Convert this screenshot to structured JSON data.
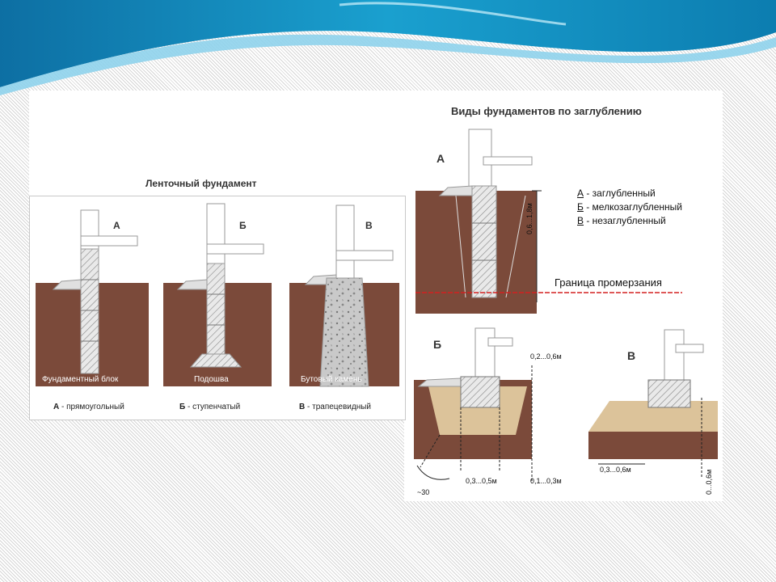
{
  "left": {
    "title": "Ленточный фундамент",
    "letters": [
      "А",
      "Б",
      "В"
    ],
    "labels": [
      "Фундаментный блок",
      "Подошва",
      "Бутовый камень"
    ],
    "captions": [
      {
        "key": "А",
        "text": " - прямоугольный"
      },
      {
        "key": "Б",
        "text": " - ступенчатый"
      },
      {
        "key": "В",
        "text": " - трапецевидный"
      }
    ]
  },
  "right": {
    "title": "Виды фундаментов по заглублению",
    "letter_a": "А",
    "letter_b": "Б",
    "letter_v": "В",
    "legend": [
      {
        "key": "А",
        "text": " - заглубленный"
      },
      {
        "key": "Б",
        "text": " - мелкозаглубленный"
      },
      {
        "key": "В",
        "text": " - незаглубленный"
      }
    ],
    "depth_a": "0,6...1,8м",
    "frost_line": "Граница промерзания",
    "dim_b_top": "0,2...0,6м",
    "dim_b_bottom_left": "0,3...0,5м",
    "dim_b_bottom_right": "0,1...0,3м",
    "angle": "~30",
    "dim_v_width": "0,3...0,6м",
    "dim_v_depth": "0...0,6м"
  },
  "colors": {
    "soil": "#7b4a3a",
    "sand": "#dcc39a",
    "frost": "#d42020",
    "header_blue": "#1e87b5"
  }
}
